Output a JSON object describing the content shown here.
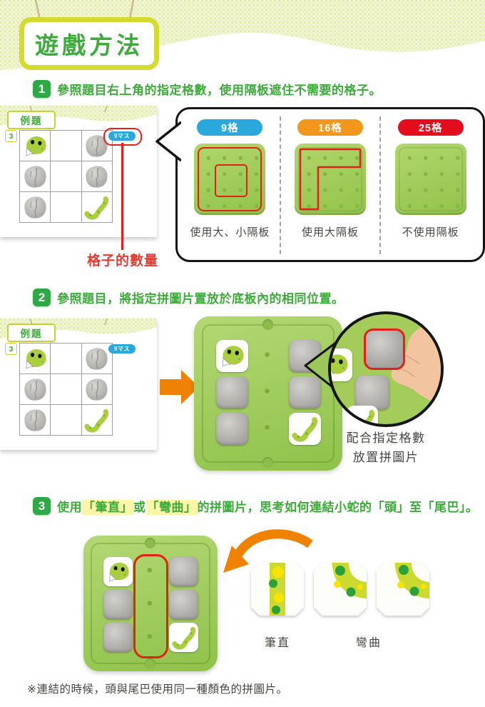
{
  "page_title": "遊戲方法",
  "colors": {
    "accent_green": "#3cab39",
    "step_badge_green": "#2fa846",
    "sign_border_yellow_green": "#d2db2e",
    "pill_blue": "#2aa7dd",
    "pill_orange": "#f2971b",
    "pill_red": "#e30d1d",
    "highlight_red": "#e3211a",
    "arrow_orange": "#ef8200",
    "text_highlight_yellow": "#fcf6a6",
    "board_green": "#9cc654",
    "pointer_label_red": "#e8392e",
    "body_text": "#474540"
  },
  "card": {
    "header": "例題",
    "index": "3",
    "badge": "9マス"
  },
  "step1": {
    "num": "1",
    "text": "參照題目右上角的指定格數，使用隔板遮住不需要的格子。",
    "pointer_label": "格子的數量",
    "options": [
      {
        "label": "9格",
        "caption": "使用大、小隔板"
      },
      {
        "label": "16格",
        "caption": "使用大隔板"
      },
      {
        "label": "25格",
        "caption": "不使用隔板"
      }
    ]
  },
  "step2": {
    "num": "2",
    "text": "參照題目，將指定拼圖片置放於底板內的相同位置。",
    "caption_line1": "配合指定格數",
    "caption_line2": "放置拼圖片"
  },
  "step3": {
    "num": "3",
    "seg_pre": "使用",
    "seg_hl1": "「筆直」",
    "seg_mid": "或",
    "seg_hl2": "「彎曲」",
    "seg_post": "的拼圖片，思考如何連結小蛇的「頭」至「尾巴」。",
    "label_straight": "筆直",
    "label_curved": "彎曲"
  },
  "footer": "※連結的時候，頭與尾巴使用同一種顏色的拼圖片。"
}
